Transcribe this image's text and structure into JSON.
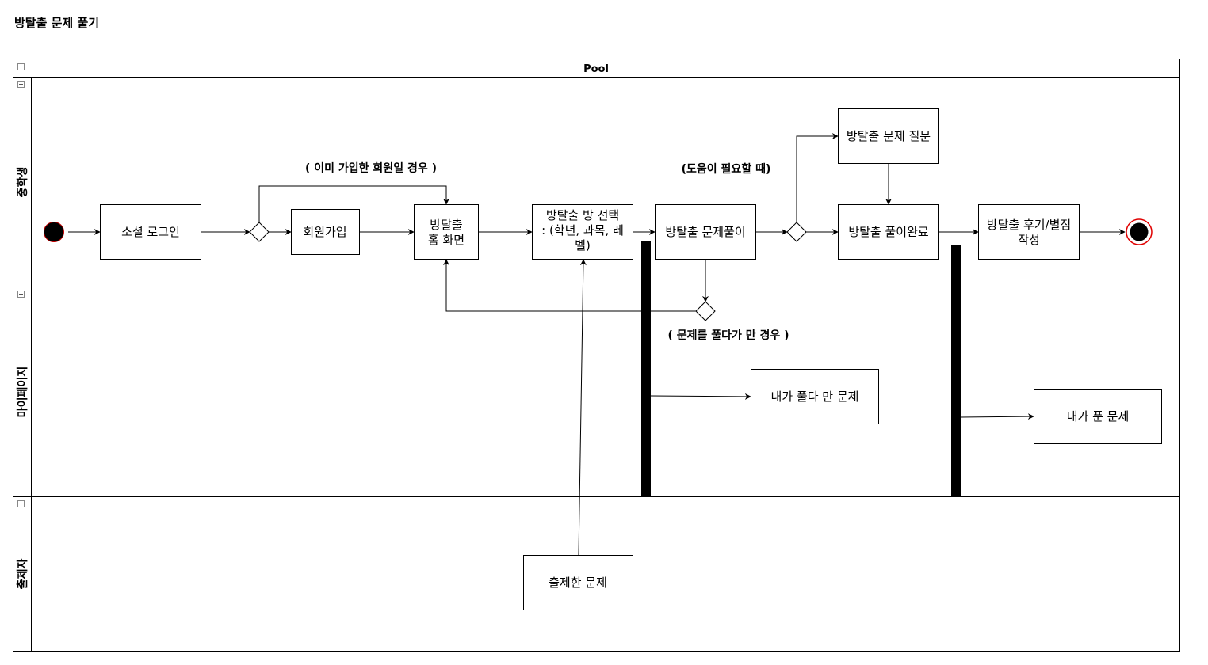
{
  "title": "방탈출 문제 풀기",
  "pool": {
    "label": "Pool"
  },
  "lanes": [
    {
      "label": "중학생"
    },
    {
      "label": "마이페이지"
    },
    {
      "label": "출제자"
    }
  ],
  "nodes": {
    "social_login": {
      "lines": [
        "소셜 로그인"
      ]
    },
    "signup": {
      "lines": [
        "회원가입"
      ]
    },
    "home": {
      "lines": [
        "방탈출",
        "홈 화면"
      ]
    },
    "room_select": {
      "lines": [
        "방탈출 방 선택",
        ": (학년, 과목, 레",
        "벨)"
      ]
    },
    "solving": {
      "lines": [
        "방탈출 문제풀이"
      ]
    },
    "question": {
      "lines": [
        "방탈출 문제 질문"
      ]
    },
    "complete": {
      "lines": [
        "방탈출 풀이완료"
      ]
    },
    "review": {
      "lines": [
        "방탈출 후기/별점",
        "작성"
      ]
    },
    "in_progress": {
      "lines": [
        "내가 풀다 만 문제"
      ]
    },
    "solved": {
      "lines": [
        "내가 푼 문제"
      ]
    },
    "authored": {
      "lines": [
        "출제한 문제"
      ]
    }
  },
  "conditions": {
    "already_member": "( 이미 가입한 회원일 경우 )",
    "need_help": "(도움이 필요할 때)",
    "quit_midway": "( 문제를 풀다가 만 경우 )"
  }
}
